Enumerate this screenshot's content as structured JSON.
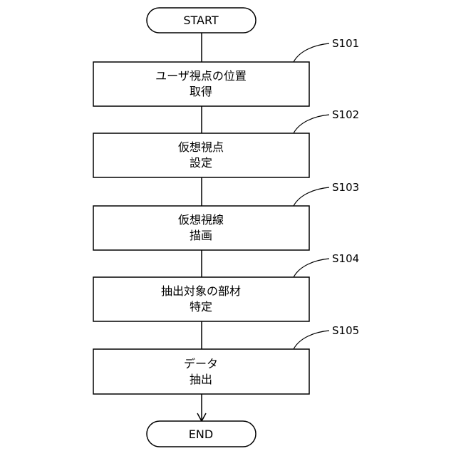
{
  "flowchart": {
    "start": {
      "label": "START"
    },
    "end": {
      "label": "END"
    },
    "steps": [
      {
        "id": "S101",
        "lines": [
          "ユーザ視点の位置",
          "取得"
        ]
      },
      {
        "id": "S102",
        "lines": [
          "仮想視点",
          "設定"
        ]
      },
      {
        "id": "S103",
        "lines": [
          "仮想視線",
          "描画"
        ]
      },
      {
        "id": "S104",
        "lines": [
          "抽出対象の部材",
          "特定"
        ]
      },
      {
        "id": "S105",
        "lines": [
          "データ",
          "抽出"
        ]
      }
    ]
  }
}
